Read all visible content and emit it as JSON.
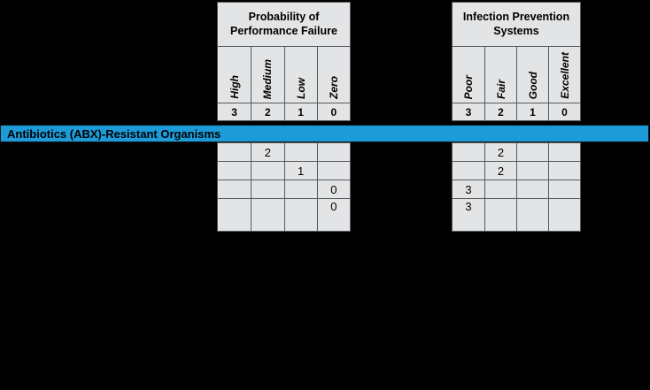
{
  "colors": {
    "background": "#000000",
    "banner-bg": "#1C9BD8",
    "cell-bg": "#E3E4E5",
    "grid-line": "#58595B",
    "text": "#000000"
  },
  "banner": {
    "label": "Antibiotics (ABX)-Resistant Organisms"
  },
  "tables": [
    {
      "title": "Probability of Performance Failure",
      "columns": [
        {
          "label": "High",
          "score": "3"
        },
        {
          "label": "Medium",
          "score": "2"
        },
        {
          "label": "Low",
          "score": "1"
        },
        {
          "label": "Zero",
          "score": "0"
        }
      ],
      "rows": [
        [
          "",
          "2",
          "",
          ""
        ],
        [
          "",
          "",
          "1",
          ""
        ],
        [
          "",
          "",
          "",
          "0"
        ],
        [
          "",
          "",
          "",
          "0"
        ]
      ]
    },
    {
      "title": "Infection Prevention Systems",
      "columns": [
        {
          "label": "Poor",
          "score": "3"
        },
        {
          "label": "Fair",
          "score": "2"
        },
        {
          "label": "Good",
          "score": "1"
        },
        {
          "label": "Excellent",
          "score": "0"
        }
      ],
      "rows": [
        [
          "",
          "2",
          "",
          ""
        ],
        [
          "",
          "2",
          "",
          ""
        ],
        [
          "3",
          "",
          "",
          ""
        ],
        [
          "3",
          "",
          "",
          ""
        ]
      ]
    }
  ]
}
